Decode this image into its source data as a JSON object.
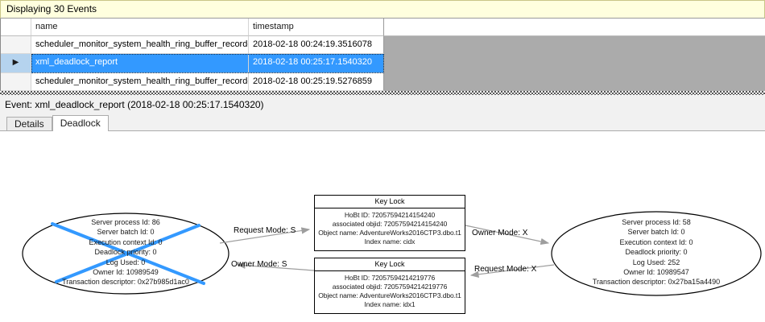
{
  "events_header": {
    "title": "Displaying 30 Events"
  },
  "grid": {
    "columns": {
      "name": "name",
      "timestamp": "timestamp"
    },
    "current_row_marker": "▶",
    "selected_row_index": 1,
    "rows": [
      {
        "name": "scheduler_monitor_system_health_ring_buffer_recorded",
        "timestamp": "2018-02-18 00:24:19.3516078"
      },
      {
        "name": "xml_deadlock_report",
        "timestamp": "2018-02-18 00:25:17.1540320"
      },
      {
        "name": "scheduler_monitor_system_health_ring_buffer_recorded",
        "timestamp": "2018-02-18 00:25:19.5276859"
      }
    ]
  },
  "event_bar": {
    "text": "Event: xml_deadlock_report (2018-02-18 00:25:17.1540320)"
  },
  "tabs": {
    "details": "Details",
    "deadlock": "Deadlock",
    "active": "Deadlock"
  },
  "deadlock_graph": {
    "processes": [
      {
        "role": "victim",
        "lines": [
          "Server process Id: 86",
          "Server batch Id: 0",
          "Execution context Id: 0",
          "Deadlock priority: 0",
          "Log Used: 0",
          "Owner Id: 10989549",
          "Transaction descriptor: 0x27b985d1ac0"
        ]
      },
      {
        "role": "survivor",
        "lines": [
          "Server process Id: 58",
          "Server batch Id: 0",
          "Execution context Id: 0",
          "Deadlock priority: 0",
          "Log Used: 252",
          "Owner Id: 10989547",
          "Transaction descriptor: 0x27ba15a4490"
        ]
      }
    ],
    "resources": [
      {
        "title": "Key Lock",
        "lines": [
          "HoBt ID: 72057594214154240",
          "associated objid: 72057594214154240",
          "Object name: AdventureWorks2016CTP3.dbo.t1",
          "Index name: cidx"
        ]
      },
      {
        "title": "Key Lock",
        "lines": [
          "HoBt ID: 72057594214219776",
          "associated objid: 72057594214219776",
          "Object name: AdventureWorks2016CTP3.dbo.t1",
          "Index name: idx1"
        ]
      }
    ],
    "edge_labels": {
      "request_s": "Request Mode: S",
      "owner_s": "Owner Mode: S",
      "owner_x": "Owner Mode: X",
      "request_x": "Request Mode: X"
    },
    "colors": {
      "victim_cross": "#3399FF",
      "edge": "#9E9E9E",
      "node_border": "#000000"
    }
  },
  "colors": {
    "header_bg": "#FFFFDE",
    "selection_bg": "#3399FF",
    "grid_empty_bg": "#ABABAB"
  }
}
